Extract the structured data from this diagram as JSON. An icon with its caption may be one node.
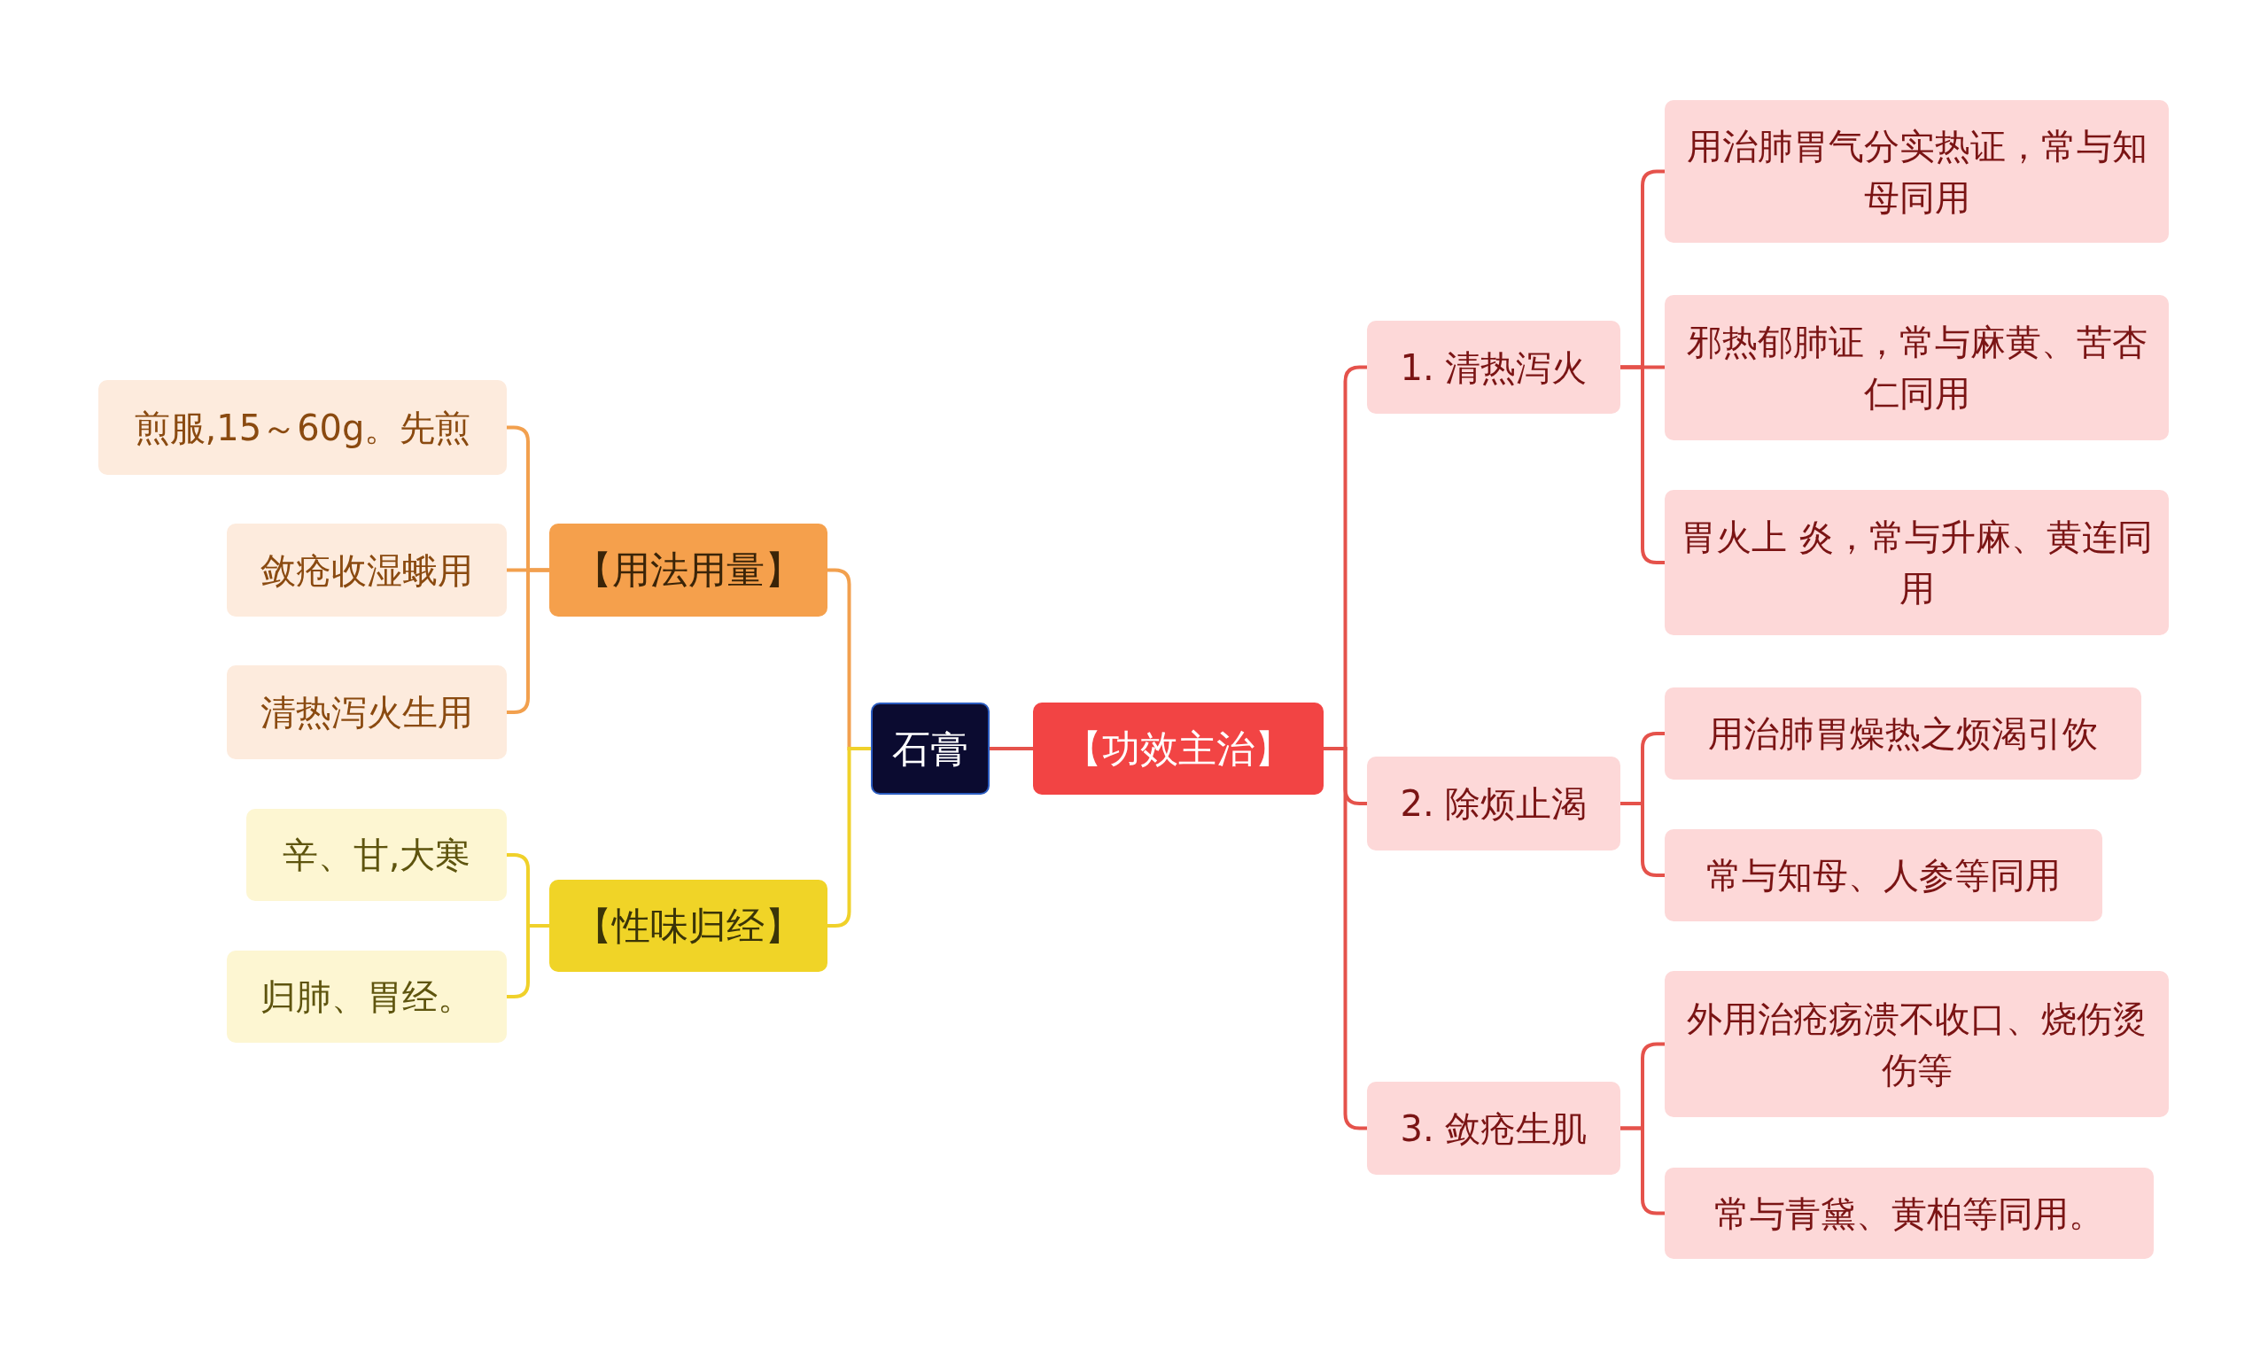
{
  "diagram": {
    "nodes": [
      {
        "text": [
          "石膏"
        ]
      },
      {
        "text": [
          "【功效主治】"
        ]
      },
      {
        "text": [
          "1. 清热泻火"
        ]
      },
      {
        "text": [
          "用治肺胃气分实热证，常与知母同用"
        ]
      },
      {
        "text": [
          "邪热郁肺证，常与麻黄、苦杏仁同用"
        ]
      },
      {
        "text": [
          "胃火上 炎，常与升麻、黄连同用"
        ]
      },
      {
        "text": [
          "2. 除烦止渴"
        ]
      },
      {
        "text": [
          "用治肺胃燥热之烦渴引饮"
        ]
      },
      {
        "text": [
          "常与知母、人参等同用"
        ]
      },
      {
        "text": [
          "3. 敛疮生肌"
        ]
      },
      {
        "text": [
          "外用治疮疡溃不收口、烧伤烫伤等"
        ]
      },
      {
        "text": [
          "常与青黛、黄柏等同用。"
        ]
      },
      {
        "text": [
          "【用法用量】"
        ]
      },
      {
        "text": [
          "煎服,15～60g。先煎"
        ]
      },
      {
        "text": [
          "敛疮收湿蛾用"
        ]
      },
      {
        "text": [
          "清热泻火生用"
        ]
      },
      {
        "text": [
          "【性味归经】"
        ]
      },
      {
        "text": [
          "辛、甘,大寒"
        ]
      },
      {
        "text": [
          "归肺、胃经。"
        ]
      }
    ],
    "edges": [
      {
        "from": 0,
        "to": 1,
        "arrow": "none"
      },
      {
        "from": 1,
        "to": 2,
        "arrow": "none"
      },
      {
        "from": 1,
        "to": 6,
        "arrow": "none"
      },
      {
        "from": 1,
        "to": 9,
        "arrow": "none"
      },
      {
        "from": 2,
        "to": 3,
        "arrow": "none"
      },
      {
        "from": 2,
        "to": 4,
        "arrow": "none"
      },
      {
        "from": 2,
        "to": 5,
        "arrow": "none"
      },
      {
        "from": 6,
        "to": 7,
        "arrow": "none"
      },
      {
        "from": 6,
        "to": 8,
        "arrow": "none"
      },
      {
        "from": 9,
        "to": 10,
        "arrow": "none"
      },
      {
        "from": 9,
        "to": 11,
        "arrow": "none"
      },
      {
        "from": 0,
        "to": 12,
        "arrow": "none",
        "color": "#f2a04e"
      },
      {
        "from": 12,
        "to": 13,
        "arrow": "none",
        "color": "#f2a04e"
      },
      {
        "from": 12,
        "to": 14,
        "arrow": "none",
        "color": "#f2a04e"
      },
      {
        "from": 12,
        "to": 15,
        "arrow": "none",
        "color": "#f2a04e"
      },
      {
        "from": 0,
        "to": 16,
        "arrow": "none",
        "color": "#f0d12a"
      },
      {
        "from": 16,
        "to": 17,
        "arrow": "none",
        "color": "#f0d12a"
      },
      {
        "from": 16,
        "to": 18,
        "arrow": "none",
        "color": "#f0d12a"
      }
    ]
  }
}
